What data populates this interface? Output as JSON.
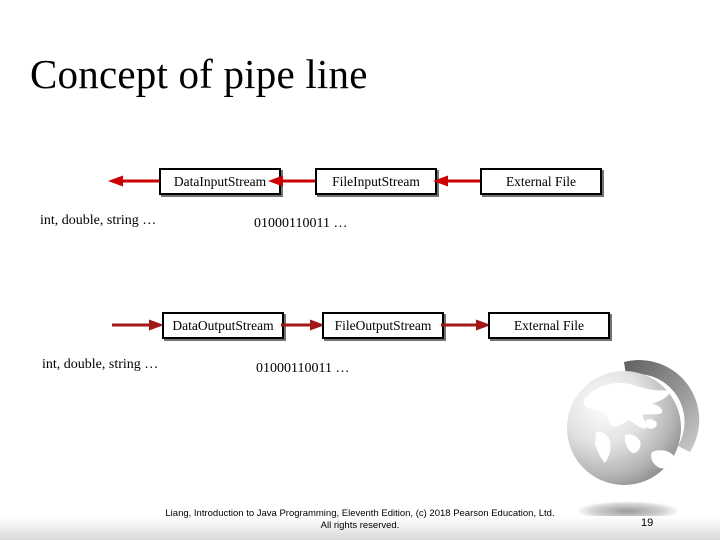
{
  "slide": {
    "title": "Concept of pipe line",
    "page_number": "19",
    "footer": {
      "line1": "Liang, Introduction to Java Programming, Eleventh Edition, (c) 2018 Pearson Education, Ltd.",
      "line2": "All rights reserved."
    }
  },
  "colors": {
    "arrow_input": "#CC0000",
    "arrow_output": "#A01818",
    "box_border": "#000000",
    "box_fill": "#FFFFFF",
    "text": "#000000",
    "globe": "#9A9A9A"
  },
  "diagram": {
    "input_pipeline": {
      "flow_direction": "right-to-left",
      "boxes": [
        {
          "label": "DataInputStream"
        },
        {
          "label": "FileInputStream"
        },
        {
          "label": "External File"
        }
      ],
      "arrows": [
        {
          "name": "arrow-to-program",
          "direction": "left"
        },
        {
          "name": "arrow-fileinput-to-datainput",
          "direction": "left"
        },
        {
          "name": "arrow-externalfile-to-fileinput",
          "direction": "left"
        }
      ],
      "captions": {
        "types": "int, double, string …",
        "bits": "01000110011 …"
      }
    },
    "output_pipeline": {
      "flow_direction": "left-to-right",
      "boxes": [
        {
          "label": "DataOutputStream"
        },
        {
          "label": "FileOutputStream"
        },
        {
          "label": "External File"
        }
      ],
      "arrows": [
        {
          "name": "arrow-from-program",
          "direction": "right"
        },
        {
          "name": "arrow-dataoutput-to-fileoutput",
          "direction": "right"
        },
        {
          "name": "arrow-fileoutput-to-externalfile",
          "direction": "right"
        }
      ],
      "captions": {
        "types": "int, double, string …",
        "bits": "01000110011 …"
      }
    }
  },
  "decoration": {
    "globe_icon": "globe-icon"
  }
}
